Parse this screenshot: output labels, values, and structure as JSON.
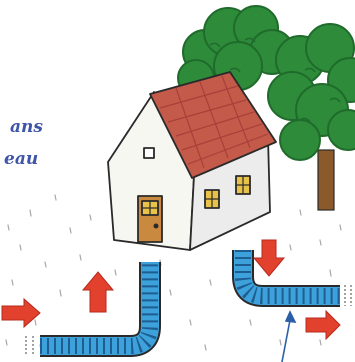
{
  "caption": {
    "line1": "ans",
    "line2": "eau"
  },
  "colors": {
    "ink": "#2a2a2a",
    "text_blue": "#3f55a8",
    "tree_green": "#2e8b3a",
    "tree_dark": "#1f6b2b",
    "trunk": "#8a5a2b",
    "wall": "#f7f7f2",
    "wall_shadow": "#cfcfcf",
    "roof": "#c45a4a",
    "roof_tile": "#a8403a",
    "door": "#c98a3f",
    "window": "#e9c24a",
    "pipe": "#3da2dc",
    "pipe_stripe": "#1e5d8f",
    "arrow": "#e2412e",
    "pointer": "#2c5fa8"
  },
  "icons": {
    "house": "house-illustration",
    "trees": "tree-illustration",
    "inlet_pipe": "pipe-illustration",
    "outlet_pipe": "pipe-illustration",
    "arrows": "flow-arrow"
  }
}
